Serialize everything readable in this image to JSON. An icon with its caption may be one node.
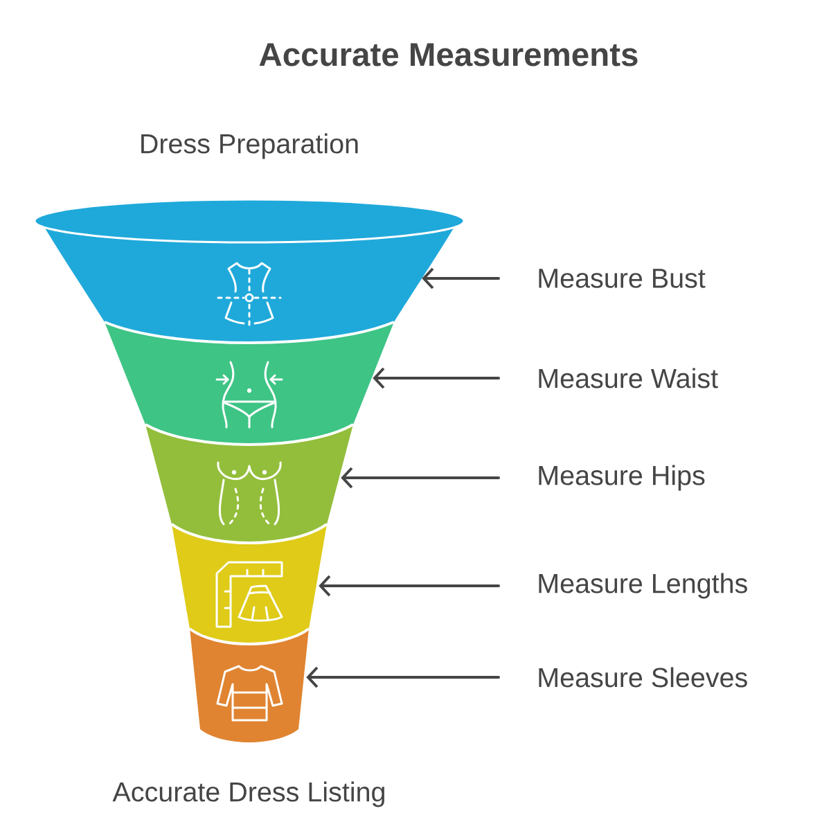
{
  "diagram": {
    "title": "Accurate Measurements",
    "nodes": [
      {
        "text": [],
        "shape": "band"
      },
      {
        "text": [],
        "shape": "band"
      },
      {
        "text": [],
        "shape": "band"
      },
      {
        "text": [],
        "shape": "band"
      },
      {
        "text": [],
        "shape": "band"
      },
      {
        "text": [
          "Measure Bust"
        ]
      },
      {
        "text": [
          "Measure Waist"
        ]
      },
      {
        "text": [
          "Measure Hips"
        ]
      },
      {
        "text": [
          "Measure Lengths"
        ]
      },
      {
        "text": [
          "Measure Sleeves"
        ]
      }
    ],
    "edges": [
      {
        "from": 5,
        "to": 0,
        "arrow": "to"
      },
      {
        "from": 6,
        "to": 1,
        "arrow": "to"
      },
      {
        "from": 7,
        "to": 2,
        "arrow": "to"
      },
      {
        "from": 8,
        "to": 3,
        "arrow": "to"
      },
      {
        "from": 9,
        "to": 4,
        "arrow": "to"
      }
    ],
    "labels": [
      "Dress Preparation",
      "Accurate Dress Listing"
    ]
  }
}
